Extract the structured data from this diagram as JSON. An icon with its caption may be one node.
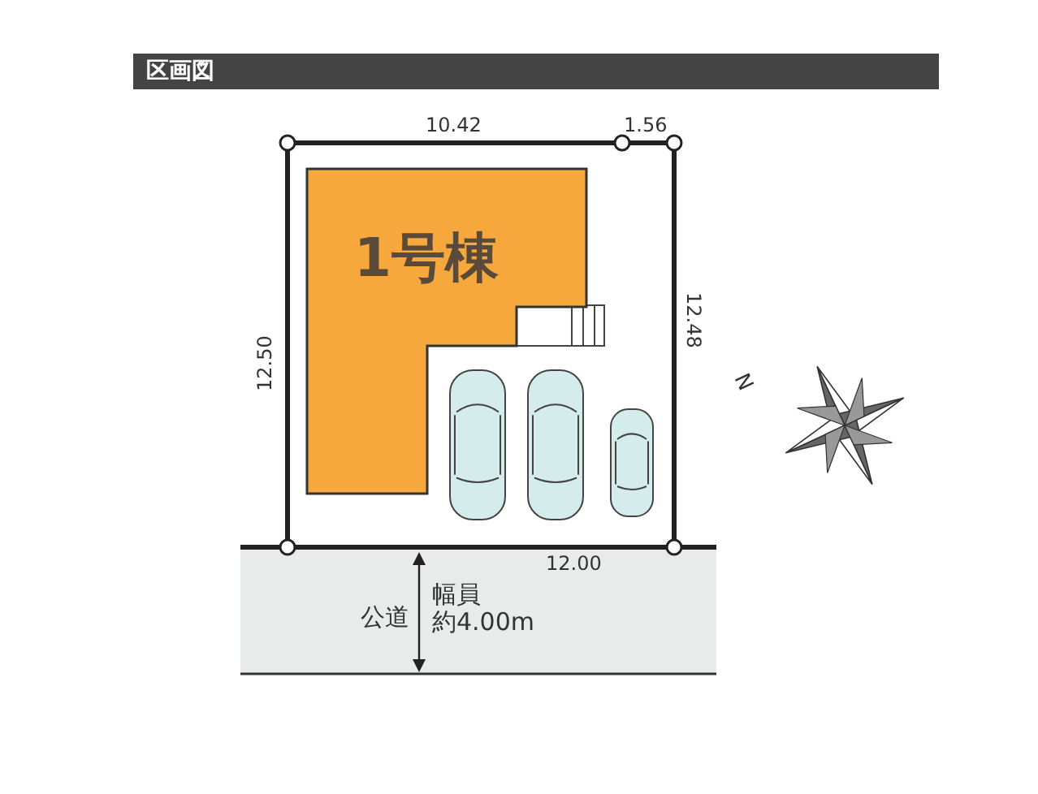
{
  "diagram": {
    "title": "区画図",
    "nodes": [
      {
        "text": [
          "1号棟"
        ]
      }
    ],
    "labels": [
      "10.42",
      "1.56",
      "12.50",
      "12.48",
      "12.00",
      "公道",
      "幅員",
      "約4.00m",
      "N"
    ]
  }
}
